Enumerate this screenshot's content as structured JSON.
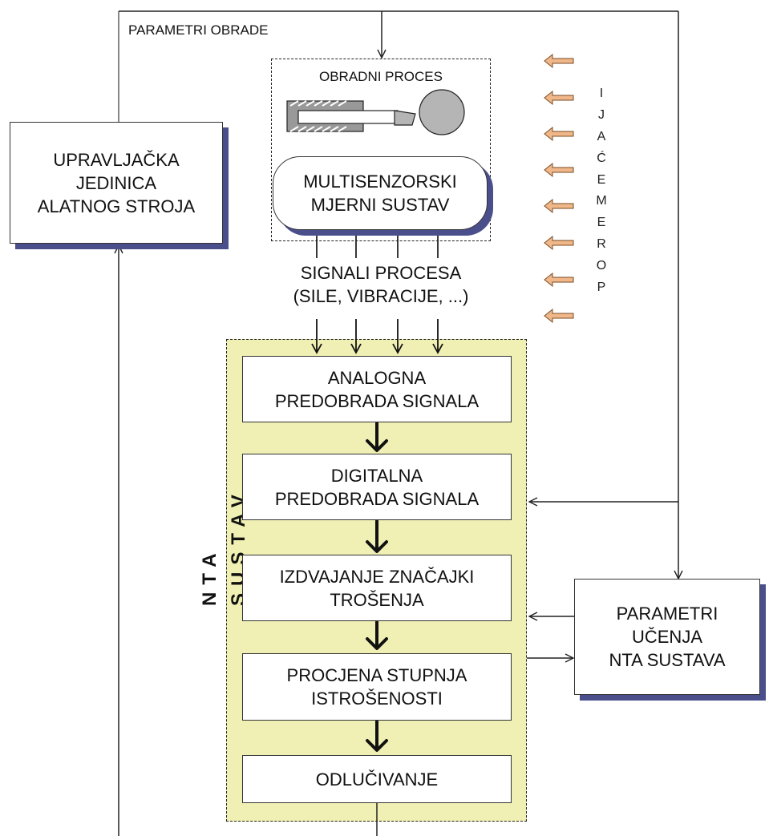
{
  "labels": {
    "parametri_obrade": "PARAMETRI OBRADE",
    "upravljacka": [
      "UPRAVLJAČKA",
      "JEDINICA",
      "ALATNOG STROJA"
    ],
    "obradni_proces": "OBRADNI PROCES",
    "multisenzorski": [
      "MULTISENZORSKI",
      "MJERNI SUSTAV"
    ],
    "signali": [
      "SIGNALI PROCESA",
      "(SILE, VIBRACIJE, ...)"
    ],
    "poremecaji_letters": [
      "P",
      "O",
      "R",
      "E",
      "M",
      "E",
      "Ć",
      "A",
      "J",
      "I"
    ],
    "nta_sustav": "NTA SUSTAV",
    "parametri_ucenja": [
      "PARAMETRI",
      "UČENJA",
      "NTA SUSTAVA"
    ]
  },
  "pipeline": [
    [
      "ANALOGNA",
      "PREDOBRADA SIGNALA"
    ],
    [
      "DIGITALNA",
      "PREDOBRADA SIGNALA"
    ],
    [
      "IZDVAJANJE ZNAČAJKI",
      "TROŠENJA"
    ],
    [
      "PROCJENA STUPNJA",
      "ISTROŠENOSTI"
    ],
    [
      "ODLUČIVANJE"
    ]
  ],
  "colors": {
    "nta_fill": "#f0f0b4",
    "shadow": "#4a4f8c",
    "disturbance_arrow": "#f0b88a",
    "tool_gray": "#b5b5b5"
  }
}
